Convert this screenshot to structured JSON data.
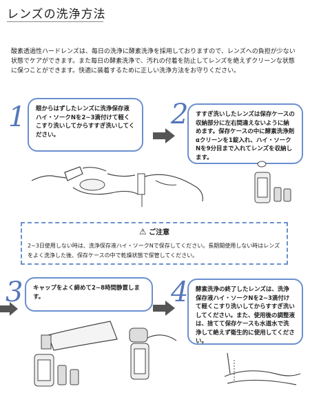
{
  "title": "レンズの洗浄方法",
  "intro": "酸素透過性ハードレンズは、毎日の洗浄に酵素洗浄を採用しておりますので、レンズへの負担が少ない状態でケアができます。また毎日の酵素洗浄で、汚れの付着を防止してレンズを絶えずクリーンな状態に保つことができます。快適に装着するために正しい洗浄方法をお守りください。",
  "steps": [
    {
      "num": "1",
      "text": "眼からはずしたレンズに洗浄保存液ハイ・ソークNを2~3滴付けて軽くこすり洗いしてからすすぎ洗いしてください。"
    },
    {
      "num": "2",
      "text": "すすぎ洗いしたレンズは保存ケースの収納部分に左右間違えないように納めます。保存ケースの中に酵素洗浄剤αクリーンを1錠入れ、ハイ・ソークNを9分目まで入れてレンズを収納します。"
    },
    {
      "num": "3",
      "text": "キャップをよく締めて2~8時間静置します。"
    },
    {
      "num": "4",
      "text": "酵素洗浄の終了したレンズは、洗浄保存液ハイ・ソークNを2~3滴付けて軽くこすり洗いしてからすすぎ洗いしてください。また、使用後の調整液は、捨てて保存ケースも水道水で洗浄して絶えず衛生的に使用してください。"
    }
  ],
  "notice": {
    "title": "ご注意",
    "text": "2~3日使用しない時は、洗浄保存液ハイ・ソークNで保存してください。長期間使用しない時はレンズをよく洗浄した後、保存ケースの中で乾燥状態で保管してください。"
  },
  "colors": {
    "accent": "#6a8fcf",
    "number": "#5577bb"
  }
}
